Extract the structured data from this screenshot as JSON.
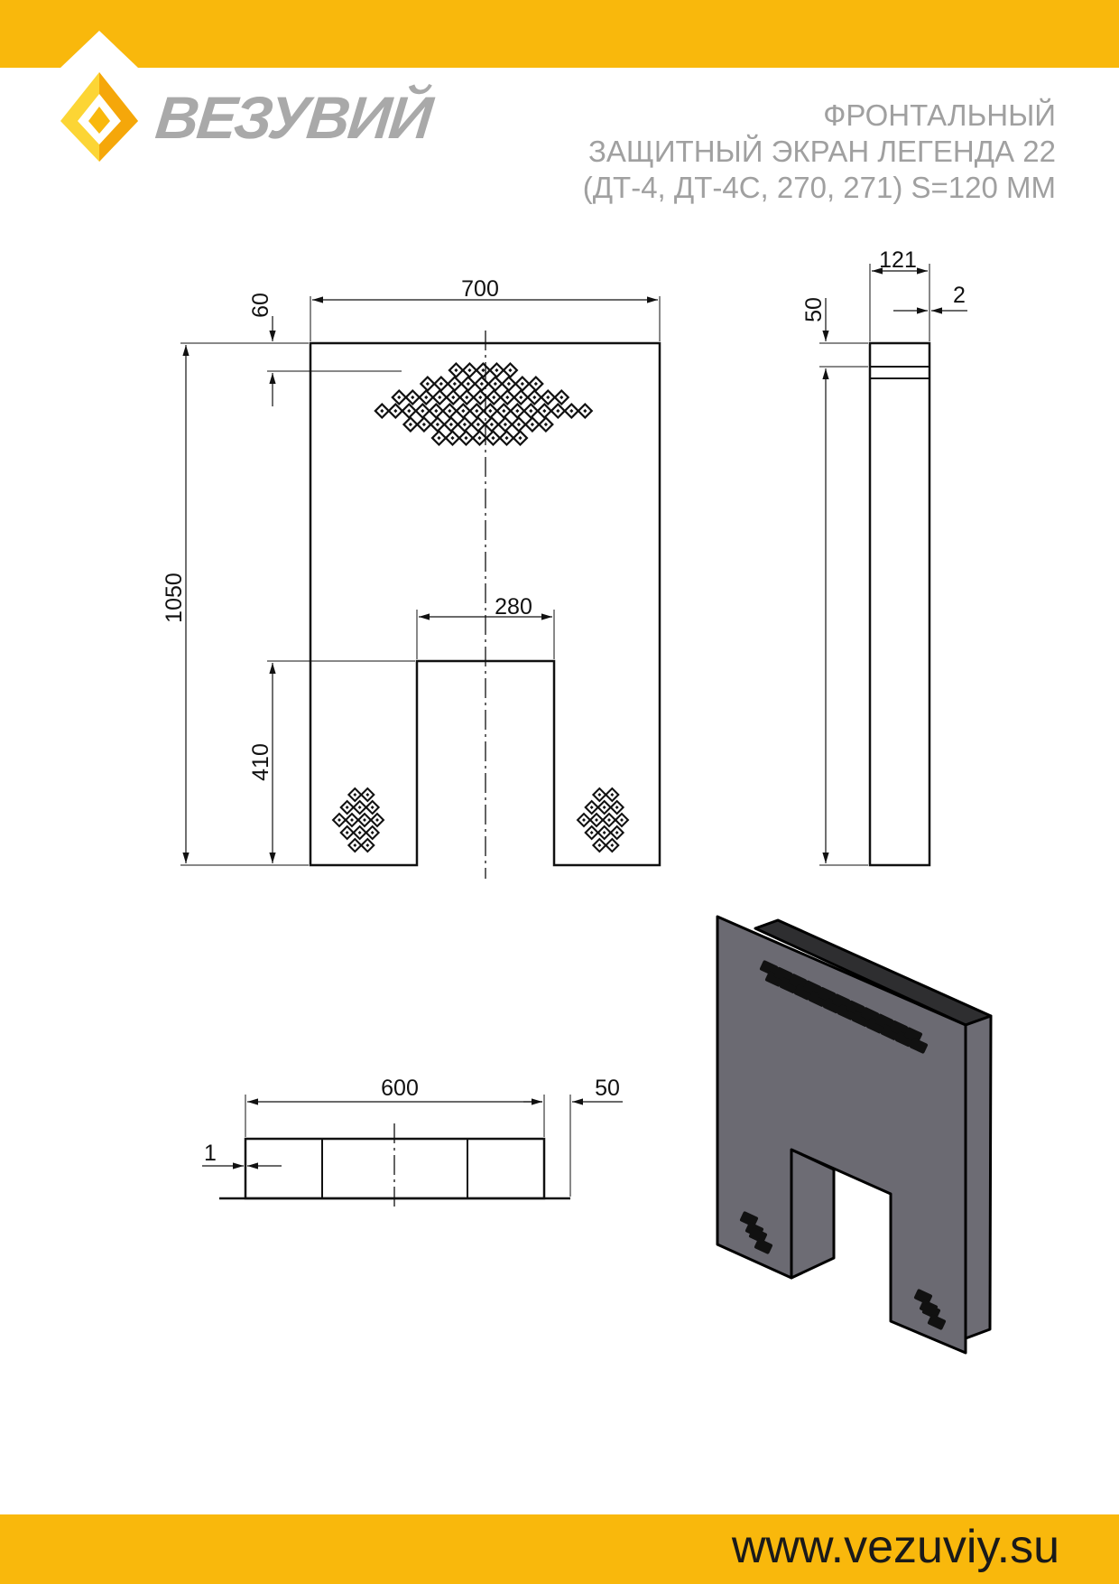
{
  "brand": {
    "name": "ВЕЗУВИЙ",
    "website": "www.vezuviy.su"
  },
  "title": {
    "lines": [
      "ФРОНТАЛЬНЫЙ",
      "ЗАЩИТНЫЙ ЭКРАН ЛЕГЕНДА 22",
      "(ДТ-4, ДТ-4С, 270, 271) S=120 ММ"
    ]
  },
  "front_view": {
    "width": "700",
    "height": "1050",
    "top_offset": "60",
    "leg_height": "410",
    "opening_width": "280"
  },
  "side_view": {
    "depth": "121",
    "thickness": "2",
    "top_offset": "50"
  },
  "top_view": {
    "width": "600",
    "depth": "50",
    "thickness": "1"
  },
  "colors": {
    "accent": "#f9b80c",
    "logo_light": "#fcd535",
    "logo_dark": "#f5a70a",
    "text_gray": "#a0a0a0",
    "panel": "#6b6a72"
  }
}
